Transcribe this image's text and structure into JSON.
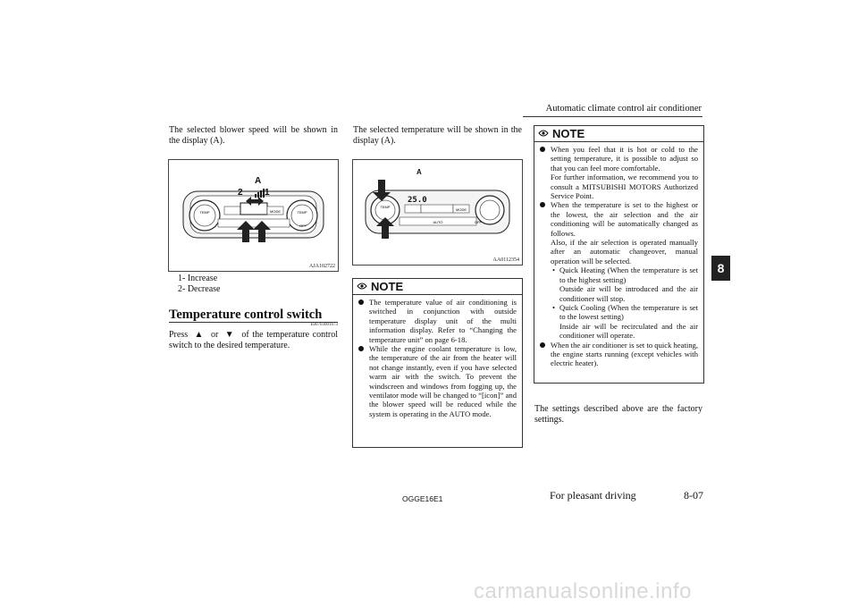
{
  "header": {
    "title": "Automatic climate control air conditioner"
  },
  "col1": {
    "intro": "The selected blower speed will be shown in the display (A).",
    "figure_code": "AJA102722",
    "figure_labels": {
      "a": "A",
      "one": "1",
      "two": "2"
    },
    "list": [
      "1- Increase",
      "2- Decrease"
    ],
    "section_title": "Temperature control switch",
    "section_code": "E00703001673",
    "press_text_before": "Press",
    "press_or": "or",
    "press_text_after": "of the temperature control switch to the desired temperature."
  },
  "col2": {
    "intro": "The selected temperature will be shown in the display (A).",
    "figure_code": "AA0112354",
    "figure_label_a": "A",
    "display_value": "25.0",
    "note_label": "NOTE",
    "note_items": [
      "The temperature value of air conditioning is switched in conjunction with outside temperature display unit of the multi information display. Refer to “Changing the temperature unit” on page 6-18.",
      "While the engine coolant temperature is low, the temperature of the air from the heater will not change instantly, even if you have selected warm air with the switch. To prevent the windscreen and windows from fogging up, the ventilator mode will be changed to “[icon]” and the blower speed will be reduced while the system is operating in the AUTO mode."
    ]
  },
  "col3": {
    "note_label": "NOTE",
    "item1_a": "When you feel that it is hot or cold to the setting temperature, it is possible to adjust so that you can feel more comfortable.",
    "item1_b": "For further information, we recommend you to consult a MITSUBISHI MOTORS Authorized Service Point.",
    "item2_a": "When the temperature is set to the highest or the lowest, the air selection and the air conditioning will be automatically changed as follows.",
    "item2_b": "Also, if the air selection is operated manually after an automatic changeover, manual operation will be selected.",
    "sub1_title": "Quick Heating (When the temperature is set to the highest setting)",
    "sub1_body": "Outside air will be introduced and the air conditioner will stop.",
    "sub2_title": "Quick Cooling (When the temperature is set to the lowest setting)",
    "sub2_body": "Inside air will be recirculated and the air conditioner will operate.",
    "item3": "When the air conditioner is set to quick heating, the engine starts running (except vehicles with electric heater).",
    "closing": "The settings described above are the factory settings."
  },
  "footer": {
    "code": "OGGE16E1",
    "text": "For pleasant driving",
    "page": "8-07"
  },
  "chapter_tab": "8",
  "watermark": "carmanualsonline.info"
}
